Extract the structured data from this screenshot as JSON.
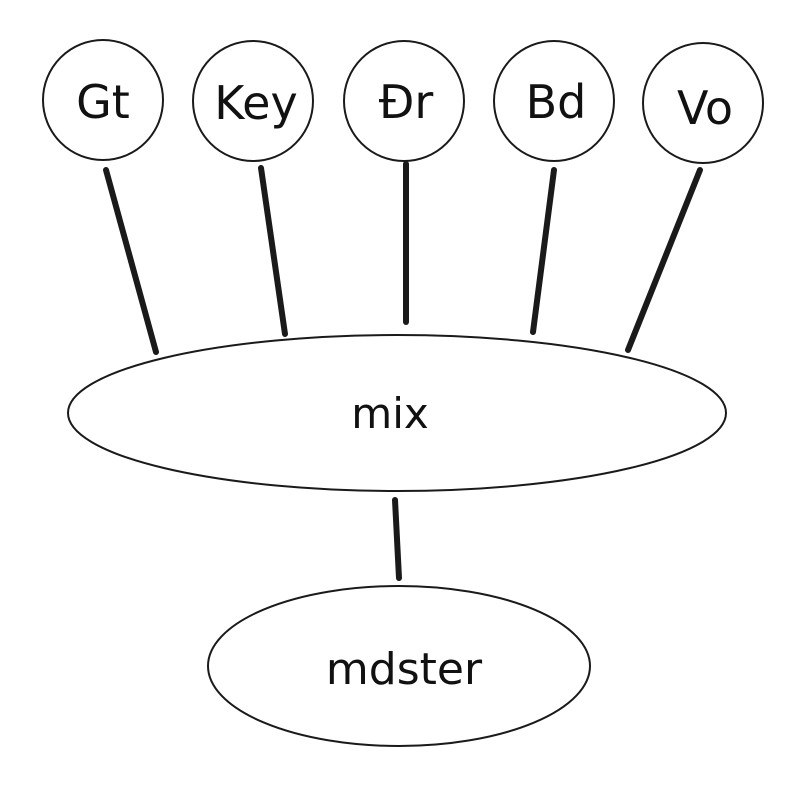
{
  "inputs": [
    {
      "id": "gt",
      "label": "Gt"
    },
    {
      "id": "key",
      "label": "Key"
    },
    {
      "id": "dr",
      "label": "Đr"
    },
    {
      "id": "bd",
      "label": "Bd"
    },
    {
      "id": "vo",
      "label": "Vo"
    }
  ],
  "mix": {
    "label": "mix"
  },
  "master": {
    "label": "mdster"
  },
  "colors": {
    "stroke": "#1a1a1a",
    "fill": "#ffffff",
    "text": "#111111"
  }
}
